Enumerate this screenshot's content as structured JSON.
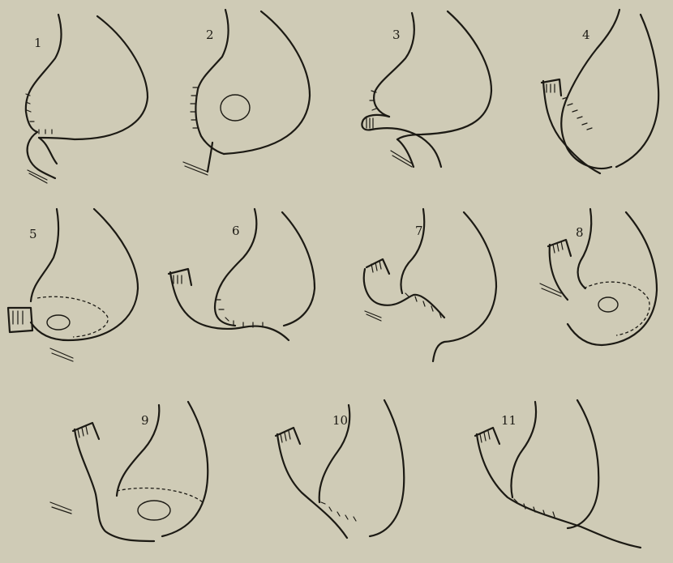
{
  "figure": {
    "panels": [
      {
        "label": "1"
      },
      {
        "label": "2"
      },
      {
        "label": "3"
      },
      {
        "label": "4"
      },
      {
        "label": "5"
      },
      {
        "label": "6"
      },
      {
        "label": "7"
      },
      {
        "label": "8"
      },
      {
        "label": "9"
      },
      {
        "label": "10"
      },
      {
        "label": "11"
      }
    ]
  }
}
